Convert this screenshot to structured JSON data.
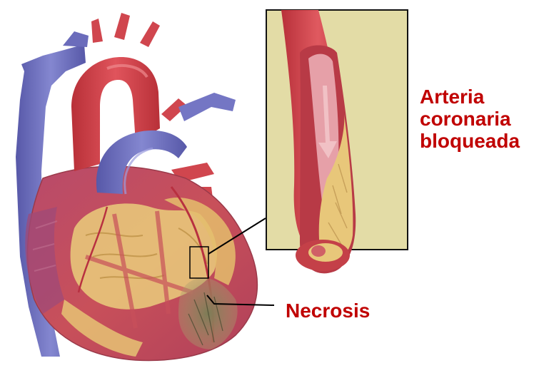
{
  "labels": {
    "artery_lines": [
      "Arteria",
      "coronaria",
      "bloqueada"
    ],
    "necrosis": "Necrosis"
  },
  "colors": {
    "label_text": "#c00000",
    "muscle_red": "#c8505a",
    "aorta_red": "#d2424a",
    "vein_blue": "#6d6fbf",
    "fat_yellow": "#e8c77a",
    "inset_bg": "#e3dca6",
    "necrosis_dark": "#8a8a62"
  }
}
